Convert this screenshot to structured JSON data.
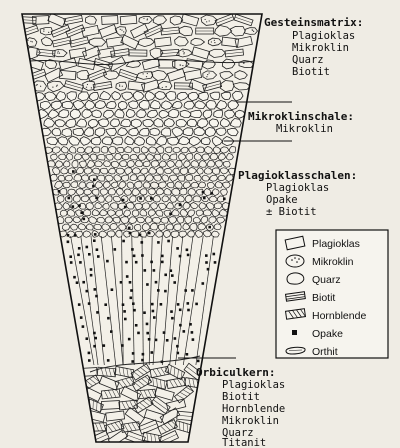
{
  "zones": [
    {
      "title": "Gesteinsmatrix:",
      "minerals": [
        "Plagioklas",
        "Mikroklin",
        "Quarz",
        "Biotit"
      ]
    },
    {
      "title": "Mikroklinschale:",
      "minerals": [
        "Mikroklin"
      ]
    },
    {
      "title": "Plagioklasschalen:",
      "minerals": [
        "Plagioklas",
        "Opake",
        "± Biotit"
      ]
    },
    {
      "title": "Orbiculkern:",
      "minerals": [
        "Plagioklas",
        "Biotit",
        "Hornblende",
        "Mikroklin",
        "Quarz",
        "Titanit"
      ]
    }
  ],
  "legend": [
    {
      "symbol": "rectangle-grain",
      "label": "Plagioklas"
    },
    {
      "symbol": "dotted-oval-grain",
      "label": "Mikroklin"
    },
    {
      "symbol": "rounded-grain",
      "label": "Quarz"
    },
    {
      "symbol": "striped-lath",
      "label": "Biotit"
    },
    {
      "symbol": "cross-hatched-lath",
      "label": "Hornblende"
    },
    {
      "symbol": "black-dot",
      "label": "Opake"
    },
    {
      "symbol": "elongated-grain",
      "label": "Orthit"
    }
  ]
}
